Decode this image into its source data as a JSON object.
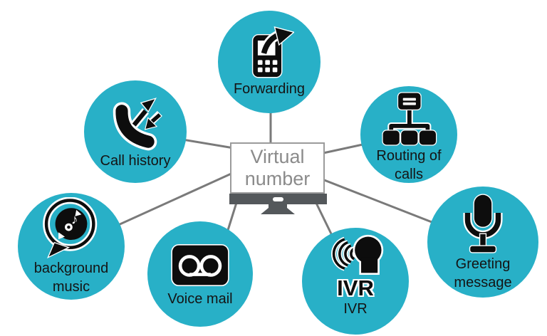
{
  "colors": {
    "background": "#ffffff",
    "node_fill": "#28b0c7",
    "connector_line": "#7a7a7a",
    "icon_black": "#0d0d0d",
    "label_text": "#141414",
    "monitor_frame": "#9b9b9b",
    "monitor_dark": "#54585b",
    "monitor_text": "#8b8b8b"
  },
  "center_node": {
    "line1": "Virtual",
    "line2": "number",
    "icon": "computer-monitor-icon"
  },
  "nodes": {
    "forwarding": {
      "label": "Forwarding",
      "icon": "mobile-phone-forward-arrow-icon"
    },
    "call_history": {
      "label": "Call history",
      "icon": "phone-handset-in-out-arrows-icon"
    },
    "routing": {
      "label_line1": "Routing of",
      "label_line2": "calls",
      "icon": "call-hierarchy-icon"
    },
    "background_music": {
      "label_line1": "background",
      "label_line2": "music",
      "icon": "music-disc-speech-bubble-icon"
    },
    "voice_mail": {
      "label": "Voice mail",
      "icon": "voicemail-cassette-icon"
    },
    "ivr": {
      "icon_text": "IVR",
      "label": "IVR",
      "icon": "speaking-head-sound-waves-icon"
    },
    "greeting": {
      "label_line1": "Greeting",
      "label_line2": "message",
      "icon": "microphone-icon"
    }
  },
  "edges": [
    "center-forwarding",
    "center-call_history",
    "center-routing",
    "center-background_music",
    "center-voice_mail",
    "center-ivr",
    "center-greeting"
  ]
}
